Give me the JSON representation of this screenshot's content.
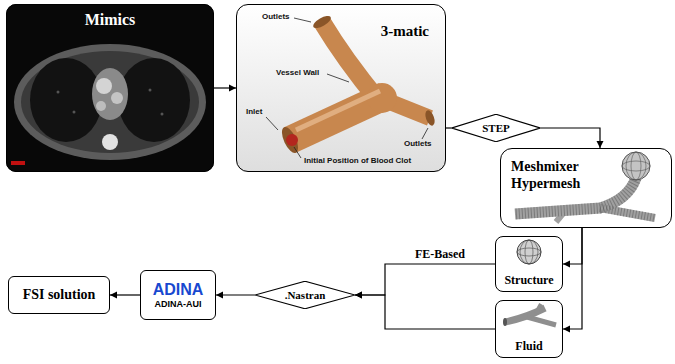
{
  "diagram": {
    "nodes": [
      {
        "text": [
          "Mimics"
        ]
      },
      {
        "text": [
          "3-matic"
        ]
      },
      {
        "text": [
          "STEP"
        ]
      },
      {
        "text": [
          "Meshmixer Hypermesh"
        ]
      },
      {
        "text": [
          "Structure"
        ]
      },
      {
        "text": [
          "Fluid"
        ]
      },
      {
        "text": [
          ".Nastran"
        ]
      },
      {
        "text": [
          "ADINA",
          "ADINA-AUI"
        ]
      },
      {
        "text": [
          "FSI solution"
        ]
      }
    ],
    "edges": [
      {
        "from": 0,
        "to": 1,
        "arrow": "to"
      },
      {
        "from": 1,
        "to": 2,
        "arrow": "none"
      },
      {
        "from": 2,
        "to": 3,
        "arrow": "to"
      },
      {
        "from": 3,
        "to": 4,
        "arrow": "to"
      },
      {
        "from": 3,
        "to": 5,
        "arrow": "to"
      },
      {
        "from": 4,
        "to": 6,
        "label": "FE-Based",
        "arrow": "to"
      },
      {
        "from": 5,
        "to": 6,
        "arrow": "to"
      },
      {
        "from": 6,
        "to": 7,
        "arrow": "to"
      },
      {
        "from": 7,
        "to": 8,
        "arrow": "to"
      }
    ],
    "labels": [
      "Outlets",
      "Vessel Wall",
      "Inlet",
      "Initial Position of Blood Clot",
      "Outlets"
    ]
  }
}
